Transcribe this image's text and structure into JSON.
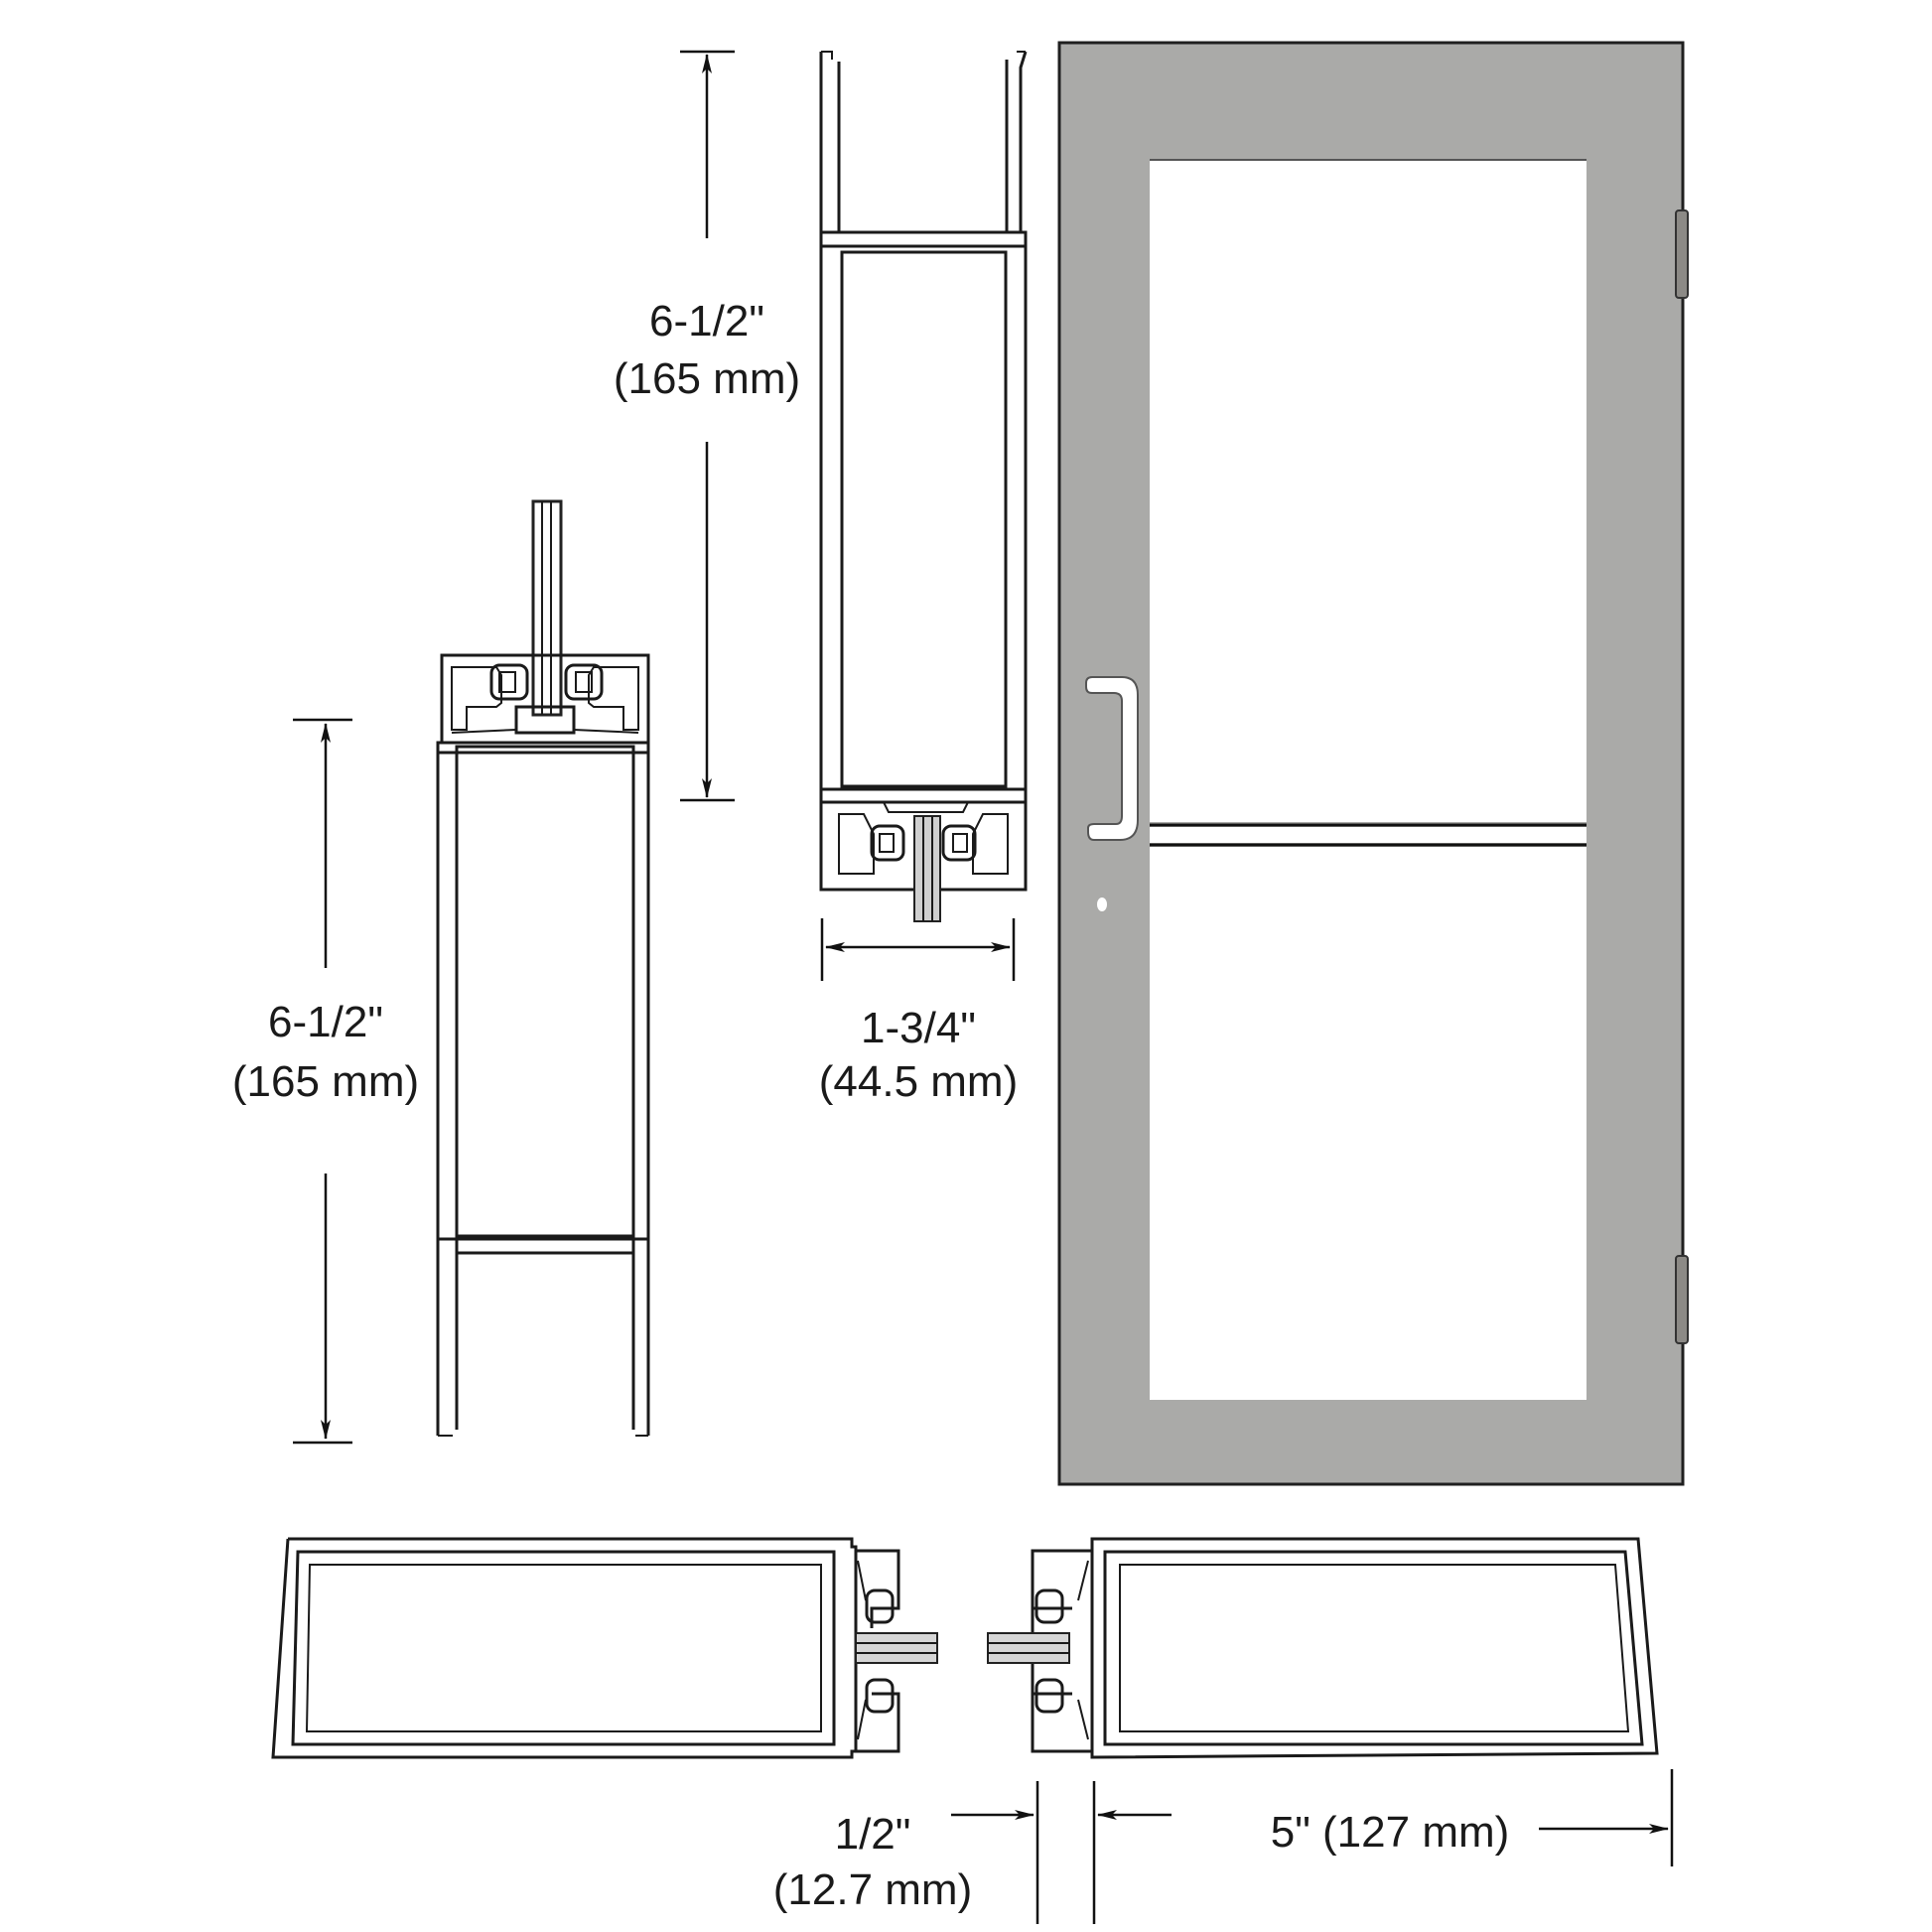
{
  "figure": {
    "title": "Aluminum Storefront Door — Profile Sections and Elevation",
    "colors": {
      "door_finish": "#aaaaa8",
      "line": "#1a1a1a",
      "background": "#ffffff"
    }
  },
  "dimensions": {
    "top_rail_height": {
      "imperial": "6-1/2\"",
      "metric": "(165 mm)"
    },
    "bottom_rail_height": {
      "imperial": "6-1/2\"",
      "metric": "(165 mm)"
    },
    "door_thickness": {
      "imperial": "1-3/4\"",
      "metric": "(44.5 mm)"
    },
    "gap": {
      "imperial": "1/2\"",
      "metric": "(12.7 mm)"
    },
    "stile_width": {
      "label": "5\" (127 mm)"
    }
  },
  "elevation": {
    "door": "single-acting glass door",
    "components": [
      "pull-handle",
      "mid-rail",
      "lock-cylinder",
      "hinge-top",
      "hinge-bottom"
    ]
  }
}
